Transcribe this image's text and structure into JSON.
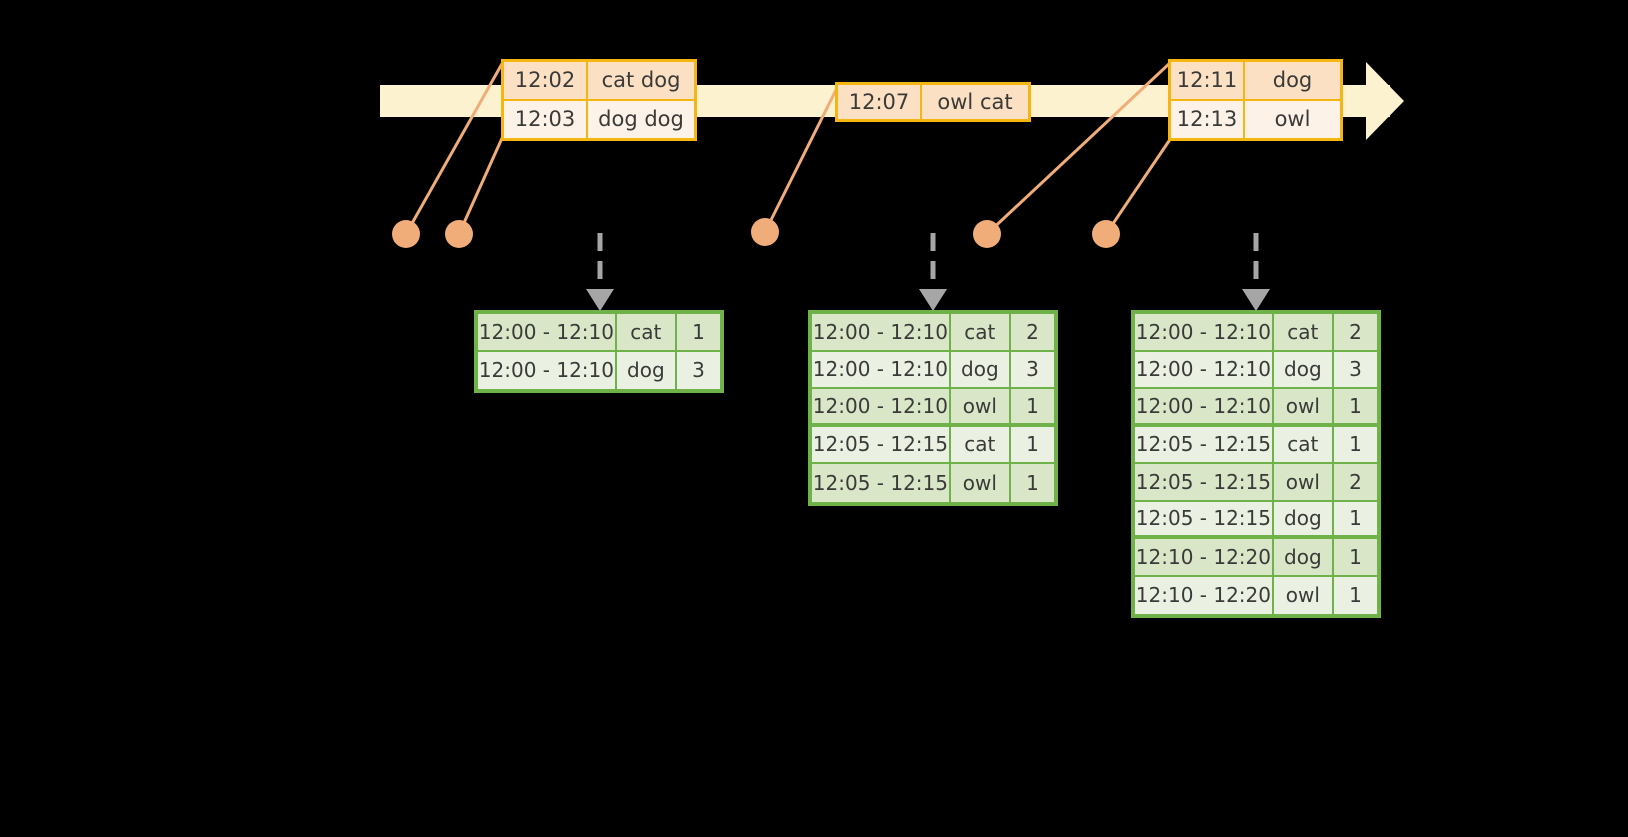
{
  "diagram": {
    "title": "sliding-window-word-count-timeline",
    "colors": {
      "background": "#000000",
      "timeline_fill": "#FDF2CF",
      "event_border": "#F5B611",
      "event_shade": "#FBE0C4",
      "event_plain": "#FDF2E7",
      "table_border": "#6FB24A",
      "table_shade": "#D9E7C8",
      "table_plain": "#EAF1E3",
      "connector": "#F0AC79",
      "dot": "#F0AC79",
      "dashed_arrow": "#A6A6A6",
      "text": "#3A3A38"
    }
  },
  "timeline": {
    "name": "event-stream-timeline",
    "arrow_direction": "right"
  },
  "events": [
    {
      "name": "event-group-1",
      "rows": [
        {
          "time": "12:02",
          "words": "cat dog"
        },
        {
          "time": "12:03",
          "words": "dog dog"
        }
      ]
    },
    {
      "name": "event-group-2",
      "rows": [
        {
          "time": "12:07",
          "words": "owl cat"
        }
      ]
    },
    {
      "name": "event-group-3",
      "rows": [
        {
          "time": "12:11",
          "words": "dog"
        },
        {
          "time": "12:13",
          "words": "owl"
        }
      ]
    }
  ],
  "dots": [
    {
      "name": "event-marker-12-02"
    },
    {
      "name": "event-marker-12-03"
    },
    {
      "name": "event-marker-12-07"
    },
    {
      "name": "event-marker-12-11"
    },
    {
      "name": "event-marker-12-13"
    }
  ],
  "result_tables": [
    {
      "name": "result-table-1",
      "rows": [
        {
          "window": "12:00 - 12:10",
          "word": "cat",
          "count": "1",
          "group_end": false
        },
        {
          "window": "12:00 - 12:10",
          "word": "dog",
          "count": "3",
          "group_end": false
        }
      ]
    },
    {
      "name": "result-table-2",
      "rows": [
        {
          "window": "12:00 - 12:10",
          "word": "cat",
          "count": "2",
          "group_end": false
        },
        {
          "window": "12:00 - 12:10",
          "word": "dog",
          "count": "3",
          "group_end": false
        },
        {
          "window": "12:00 - 12:10",
          "word": "owl",
          "count": "1",
          "group_end": true
        },
        {
          "window": "12:05 - 12:15",
          "word": "cat",
          "count": "1",
          "group_end": false
        },
        {
          "window": "12:05 - 12:15",
          "word": "owl",
          "count": "1",
          "group_end": false
        }
      ]
    },
    {
      "name": "result-table-3",
      "rows": [
        {
          "window": "12:00 - 12:10",
          "word": "cat",
          "count": "2",
          "group_end": false
        },
        {
          "window": "12:00 - 12:10",
          "word": "dog",
          "count": "3",
          "group_end": false
        },
        {
          "window": "12:00 - 12:10",
          "word": "owl",
          "count": "1",
          "group_end": true
        },
        {
          "window": "12:05 - 12:15",
          "word": "cat",
          "count": "1",
          "group_end": false
        },
        {
          "window": "12:05 - 12:15",
          "word": "owl",
          "count": "2",
          "group_end": false
        },
        {
          "window": "12:05 - 12:15",
          "word": "dog",
          "count": "1",
          "group_end": true
        },
        {
          "window": "12:10 - 12:20",
          "word": "dog",
          "count": "1",
          "group_end": false
        },
        {
          "window": "12:10 - 12:20",
          "word": "owl",
          "count": "1",
          "group_end": false
        }
      ]
    }
  ],
  "dashed_arrows": [
    {
      "name": "emit-arrow-1"
    },
    {
      "name": "emit-arrow-2"
    },
    {
      "name": "emit-arrow-3"
    }
  ]
}
